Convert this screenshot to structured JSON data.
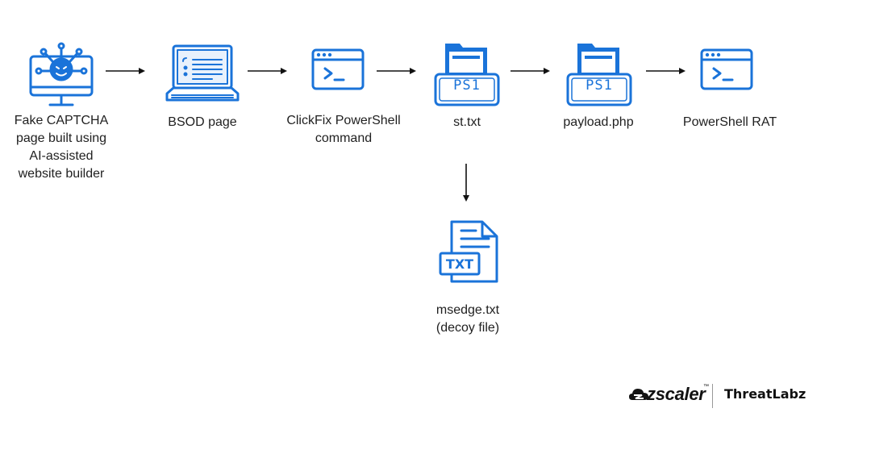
{
  "colors": {
    "accent": "#1a73d9",
    "accent_dark": "#1258b3",
    "text": "#1f1f1f"
  },
  "nodes": [
    {
      "id": "captcha",
      "icon": "captcha-monitor-icon",
      "label": "Fake CAPTCHA\npage built using\nAI-assisted\nwebsite builder"
    },
    {
      "id": "bsod",
      "icon": "laptop-bsod-icon",
      "label": "BSOD page"
    },
    {
      "id": "clickfix",
      "icon": "terminal-window-icon",
      "label": "ClickFix PowerShell\ncommand"
    },
    {
      "id": "st",
      "icon": "ps1-folder-icon",
      "badge": "PS1",
      "label": "st.txt"
    },
    {
      "id": "payload",
      "icon": "ps1-folder-icon",
      "badge": "PS1",
      "label": "payload.php"
    },
    {
      "id": "rat",
      "icon": "terminal-window-icon",
      "label": "PowerShell RAT"
    },
    {
      "id": "decoy",
      "icon": "txt-file-icon",
      "badge": "TXT",
      "label": "msedge.txt\n(decoy file)"
    }
  ],
  "logo": {
    "brand": "zscaler",
    "tm": "™",
    "product": "ThreatLabz"
  }
}
